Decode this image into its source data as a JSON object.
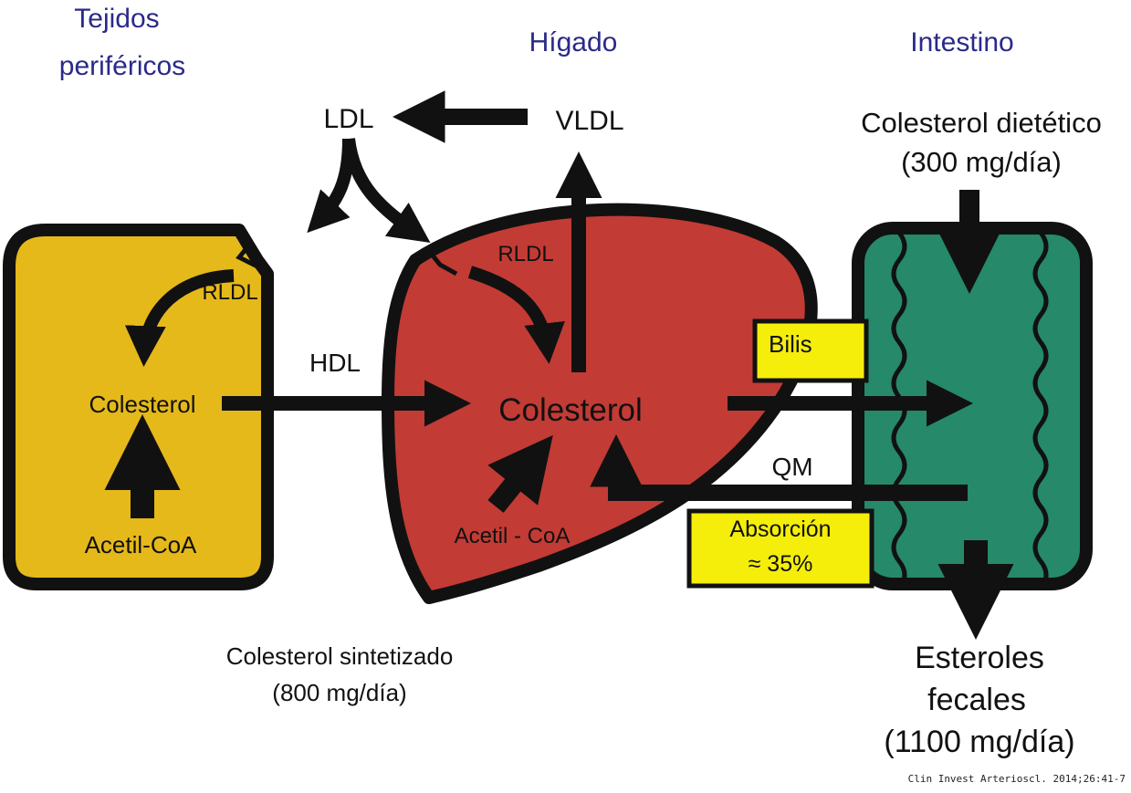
{
  "headers": {
    "peripheral_line1": "Tejidos",
    "peripheral_line2": "periféricos",
    "liver": "Hígado",
    "intestine": "Intestino"
  },
  "labels": {
    "ldl": "LDL",
    "vldl": "VLDL",
    "rldl_peripheral": "RLDL",
    "rldl_liver": "RLDL",
    "hdl": "HDL",
    "cholesterol_peripheral": "Colesterol",
    "acetyl_peripheral": "Acetil-CoA",
    "cholesterol_liver": "Colesterol",
    "acetyl_liver": "Acetil - CoA",
    "bile": "Bilis",
    "qm": "QM",
    "absorption_line1": "Absorción",
    "absorption_line2": "≈ 35%",
    "dietary_line1": "Colesterol dietético",
    "dietary_line2": "(300 mg/día)",
    "synth_line1": "Colesterol sintetizado",
    "synth_line2": "(800 mg/día)",
    "fecal_line1": "Esteroles",
    "fecal_line2": "fecales",
    "fecal_line3": "(1100 mg/día)",
    "citation": "Clin Invest Arterioscl. 2014;26:41-7"
  },
  "colors": {
    "peripheral_tissue": "#e5b91a",
    "liver": "#c23b35",
    "intestine": "#25896a",
    "label_box": "#f4ee0a",
    "header_text": "#2a2a8a",
    "outline": "#111111"
  }
}
